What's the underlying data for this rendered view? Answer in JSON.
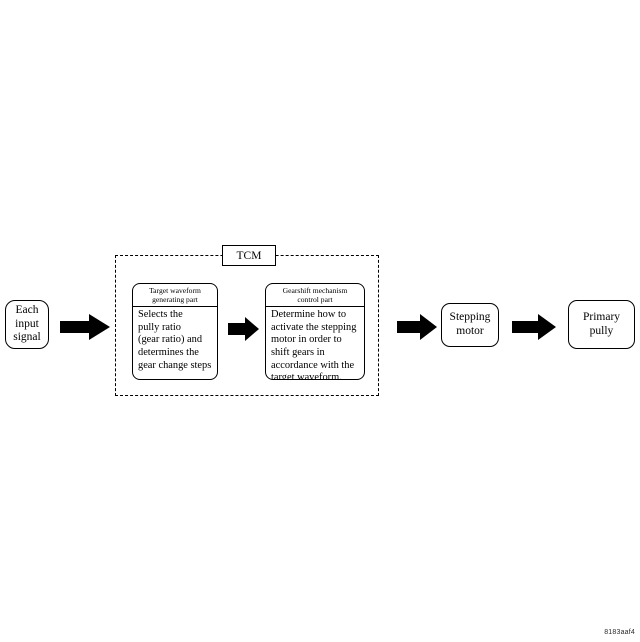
{
  "figure": {
    "id_label": "8183aaf4",
    "background_color": "#ffffff",
    "ink_color": "#000000"
  },
  "nodes": {
    "each_input_signal": {
      "label": "Each\ninput\nsignal"
    },
    "stepping_motor": {
      "label": "Stepping\nmotor"
    },
    "primary_pully": {
      "label": "Primary\npully"
    }
  },
  "tcm_group": {
    "label": "TCM",
    "cards": [
      {
        "header": "Target waveform\ngenerating part",
        "body": "Selects the\npully ratio\n(gear ratio) and\ndetermines the\ngear change steps"
      },
      {
        "header": "Gearshift mechanism\ncontrol part",
        "body": "Determine how to\nactivate the stepping\nmotor in order to\nshift gears in\naccordance with the\ntarget waveform."
      }
    ]
  },
  "arrows": [
    {
      "name": "arrow-input-to-tcm",
      "direction": "right"
    },
    {
      "name": "arrow-target-to-gearshift",
      "direction": "right"
    },
    {
      "name": "arrow-tcm-to-stepping-motor",
      "direction": "right"
    },
    {
      "name": "arrow-stepping-motor-to-primary-pully",
      "direction": "right"
    }
  ]
}
